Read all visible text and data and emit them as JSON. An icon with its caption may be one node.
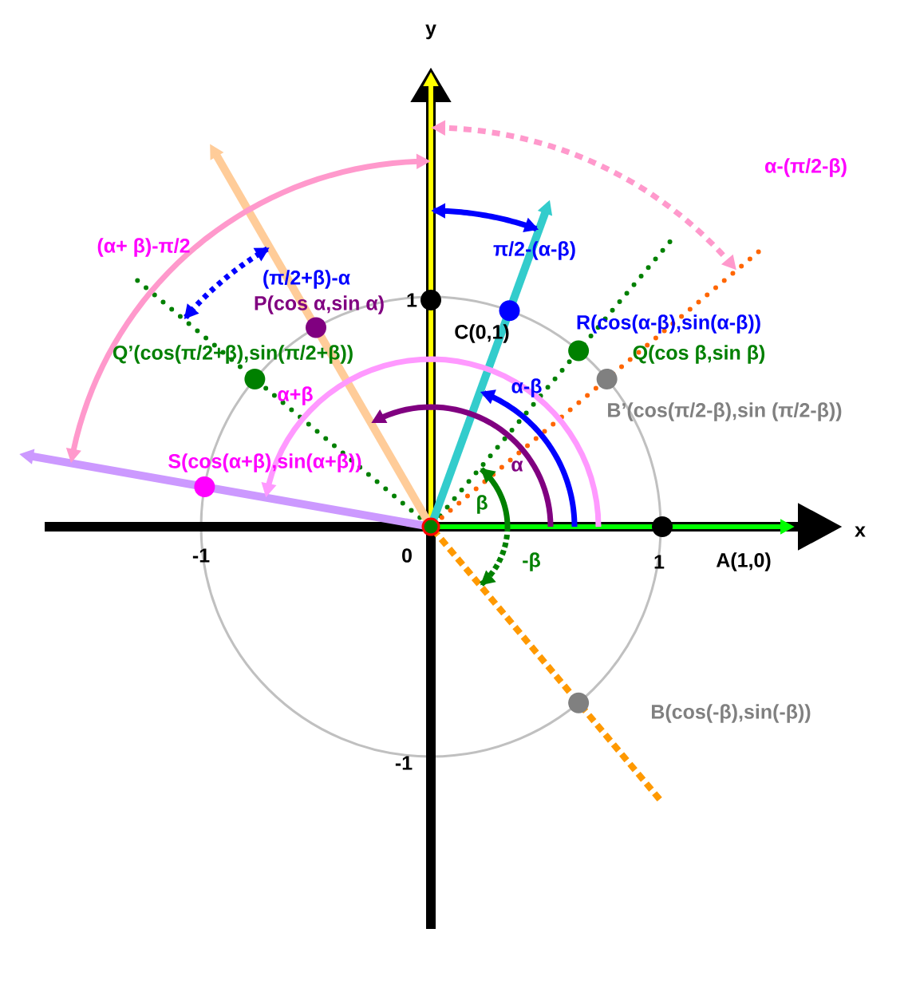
{
  "diagram": {
    "labels": [
      "y",
      "α-(π/2-β)",
      "(α+ β)-π/2",
      "(π/2+β)-α",
      "π/2-(α-β)",
      "P(cos α,sin α)",
      "1",
      "R(cos(α-β),sin(α-β))",
      "C(0,1)",
      "Q’(cos(π/2+β),sin(π/2+β))",
      "Q(cos β,sin β)",
      "α+β",
      "α-β",
      "B’(cos(π/2-β),sin (π/2-β))",
      "S(cos(α+β),sin(α+β))",
      "α",
      "β",
      "x",
      "-1",
      "0",
      "-β",
      "1",
      "A(1,0)",
      "B(cos(-β),sin(-β))",
      "-1"
    ]
  }
}
